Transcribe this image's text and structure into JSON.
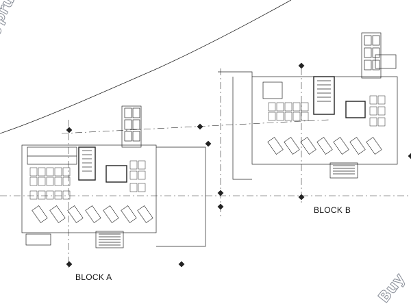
{
  "blocks": [
    {
      "label": "BLOCK A"
    },
    {
      "label": "BLOCK B"
    }
  ],
  "watermarks": [
    "yprus",
    "Buy"
  ],
  "colors": {
    "line": "#222222",
    "axis": "#333333",
    "watermark_stroke": "#8a8f99"
  }
}
